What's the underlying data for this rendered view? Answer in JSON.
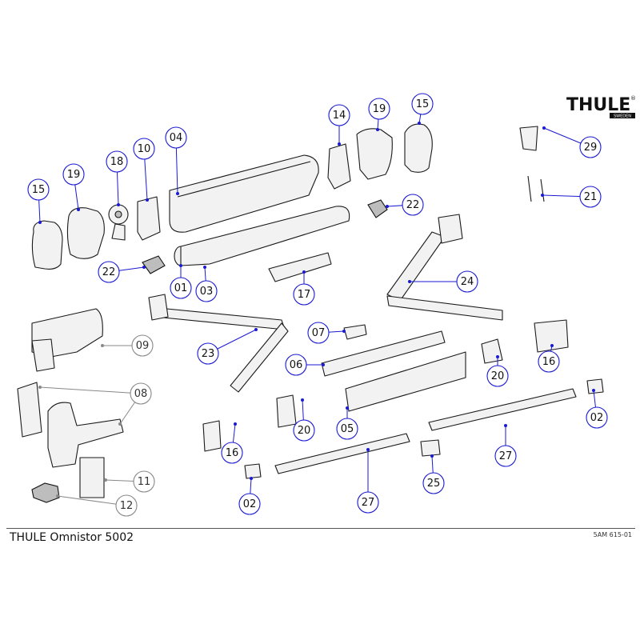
{
  "brand": {
    "logo_text": "THULE",
    "logo_subtext": "SWEDEN",
    "registered_mark": "®"
  },
  "footer": {
    "title": "THULE Omnistor 5002",
    "code": "5AM 615-01"
  },
  "colors": {
    "callout_blue": "#1a1ad0",
    "callout_gray": "#888888",
    "line_color": "#111111"
  },
  "callouts": [
    {
      "id": "c-15a",
      "label": "15",
      "style": "blue"
    },
    {
      "id": "c-19a",
      "label": "19",
      "style": "blue"
    },
    {
      "id": "c-18",
      "label": "18",
      "style": "blue"
    },
    {
      "id": "c-10",
      "label": "10",
      "style": "blue"
    },
    {
      "id": "c-04",
      "label": "04",
      "style": "blue"
    },
    {
      "id": "c-14",
      "label": "14",
      "style": "blue"
    },
    {
      "id": "c-19b",
      "label": "19",
      "style": "blue"
    },
    {
      "id": "c-15b",
      "label": "15",
      "style": "blue"
    },
    {
      "id": "c-29",
      "label": "29",
      "style": "blue"
    },
    {
      "id": "c-21",
      "label": "21",
      "style": "blue"
    },
    {
      "id": "c-22a",
      "label": "22",
      "style": "blue"
    },
    {
      "id": "c-22b",
      "label": "22",
      "style": "blue"
    },
    {
      "id": "c-01",
      "label": "01",
      "style": "blue"
    },
    {
      "id": "c-03",
      "label": "03",
      "style": "blue"
    },
    {
      "id": "c-17",
      "label": "17",
      "style": "blue"
    },
    {
      "id": "c-24",
      "label": "24",
      "style": "blue"
    },
    {
      "id": "c-09",
      "label": "09",
      "style": "gray"
    },
    {
      "id": "c-23",
      "label": "23",
      "style": "blue"
    },
    {
      "id": "c-07",
      "label": "07",
      "style": "blue"
    },
    {
      "id": "c-06",
      "label": "06",
      "style": "blue"
    },
    {
      "id": "c-16a",
      "label": "16",
      "style": "blue"
    },
    {
      "id": "c-20a",
      "label": "20",
      "style": "blue"
    },
    {
      "id": "c-08",
      "label": "08",
      "style": "gray"
    },
    {
      "id": "c-20b",
      "label": "20",
      "style": "blue"
    },
    {
      "id": "c-05",
      "label": "05",
      "style": "blue"
    },
    {
      "id": "c-02a",
      "label": "02",
      "style": "blue"
    },
    {
      "id": "c-16b",
      "label": "16",
      "style": "blue"
    },
    {
      "id": "c-27a",
      "label": "27",
      "style": "blue"
    },
    {
      "id": "c-11",
      "label": "11",
      "style": "gray"
    },
    {
      "id": "c-25",
      "label": "25",
      "style": "blue"
    },
    {
      "id": "c-12",
      "label": "12",
      "style": "gray"
    },
    {
      "id": "c-02b",
      "label": "02",
      "style": "blue"
    },
    {
      "id": "c-27b",
      "label": "27",
      "style": "blue"
    }
  ]
}
